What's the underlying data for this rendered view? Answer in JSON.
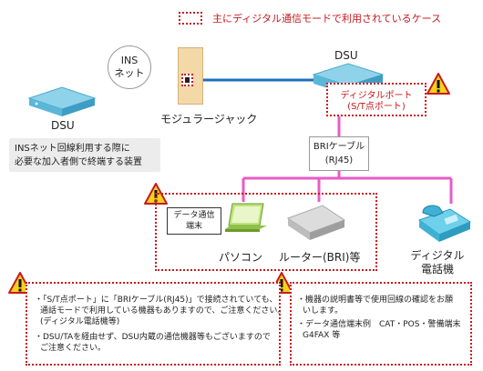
{
  "legend": {
    "text": "主にディジタル通信モードで利用されているケース"
  },
  "ins": {
    "label_line1": "INS",
    "label_line2": "ネット"
  },
  "jack": {
    "label": "モジュラージャック"
  },
  "dsu_left": {
    "label": "DSU"
  },
  "dsu_right": {
    "label": "DSU"
  },
  "ins_note": {
    "line1": "INSネット回線利用する際に",
    "line2": "必要な加入者側で終端する装置"
  },
  "port": {
    "line1": "ディジタルポート",
    "line2": "(S/T点ポート)"
  },
  "bri": {
    "line1": "BRIケーブル",
    "line2": "(RJ45)"
  },
  "terminal": {
    "line1": "データ通信",
    "line2": "端末"
  },
  "pc": {
    "label": "パソコン"
  },
  "router": {
    "label": "ルーター(BRI)等"
  },
  "phone": {
    "line1": "ディジタル",
    "line2": "電話機"
  },
  "note_left": {
    "line1": "・「S/T点ポート」に「BRIケーブル(RJ45)」で接続されていても、",
    "line2": "通話モードで利用している機器もありますので、ご注意ください。",
    "line3": "(ディジタル電話機等)",
    "line4": "・DSU/TAを経由せず、DSU内蔵の通信機器等もございますので",
    "line5": "ご注意ください。"
  },
  "note_right": {
    "line1": "・機器の説明書等で使用回線の確認をお願",
    "line2": "いします。",
    "line3": "・データ通信端末例　CAT・POS・警備端末",
    "line4": "G4FAX 等"
  },
  "colors": {
    "accent_red": "#c8191f",
    "line_blue": "#1e6fb8",
    "line_pink": "#e85bc8",
    "warning_yellow": "#f5d21a"
  }
}
